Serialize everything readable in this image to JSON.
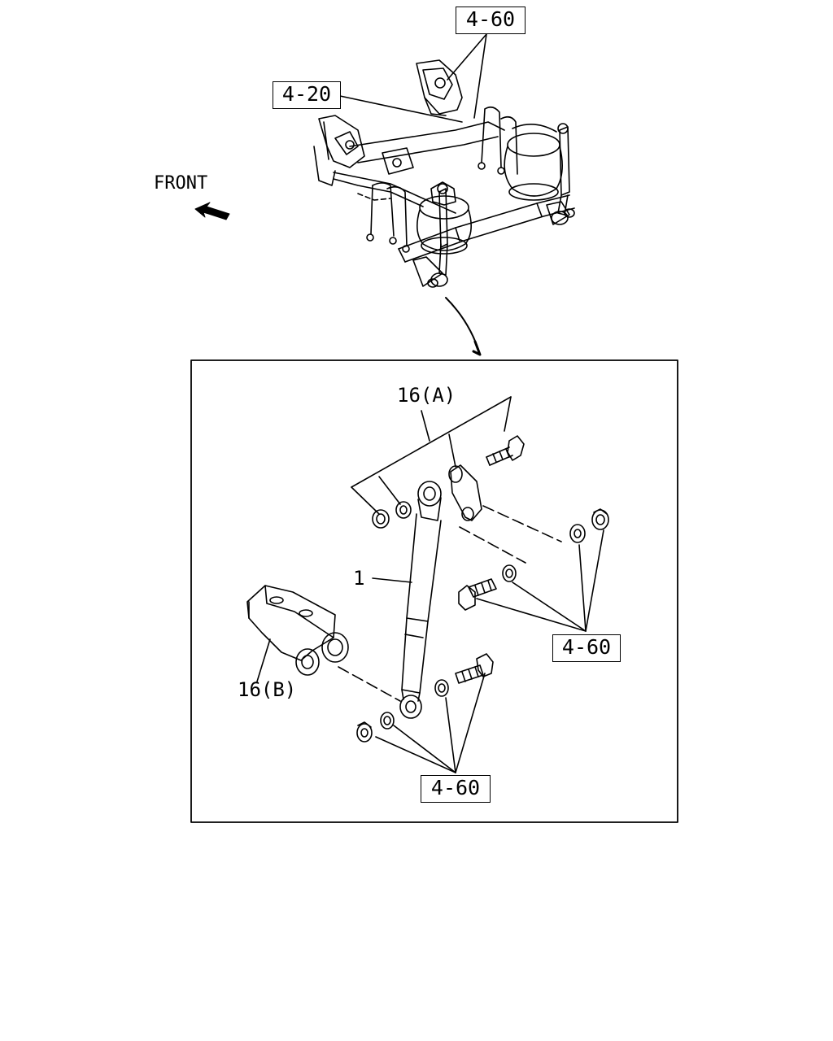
{
  "direction_label": "FRONT",
  "refs": {
    "top_4_60": "4-60",
    "top_4_20": "4-20",
    "detail_right_4_60": "4-60",
    "detail_bottom_4_60": "4-60"
  },
  "parts": {
    "bracket_a": "16(A)",
    "bracket_b": "16(B)",
    "shock_absorber": "1"
  }
}
